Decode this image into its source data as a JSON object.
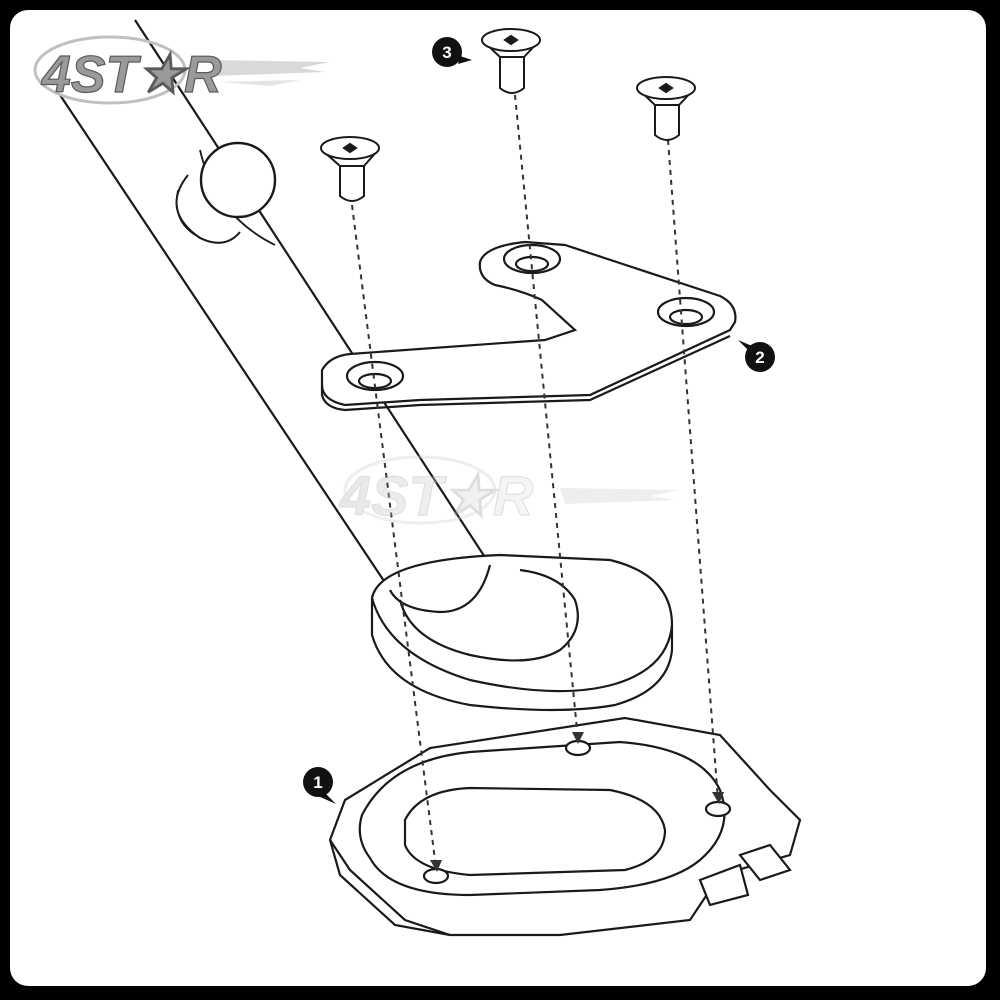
{
  "watermark": {
    "text": "4ST★R",
    "color": "#c8c8c8"
  },
  "callouts": [
    {
      "id": "part-1",
      "label": "1"
    },
    {
      "id": "part-2",
      "label": "2"
    },
    {
      "id": "part-3",
      "label": "3"
    }
  ],
  "colors": {
    "line": "#1a1a1a",
    "guide": "#333333",
    "background": "#ffffff",
    "frame": "#000000",
    "callout": "#111111"
  }
}
